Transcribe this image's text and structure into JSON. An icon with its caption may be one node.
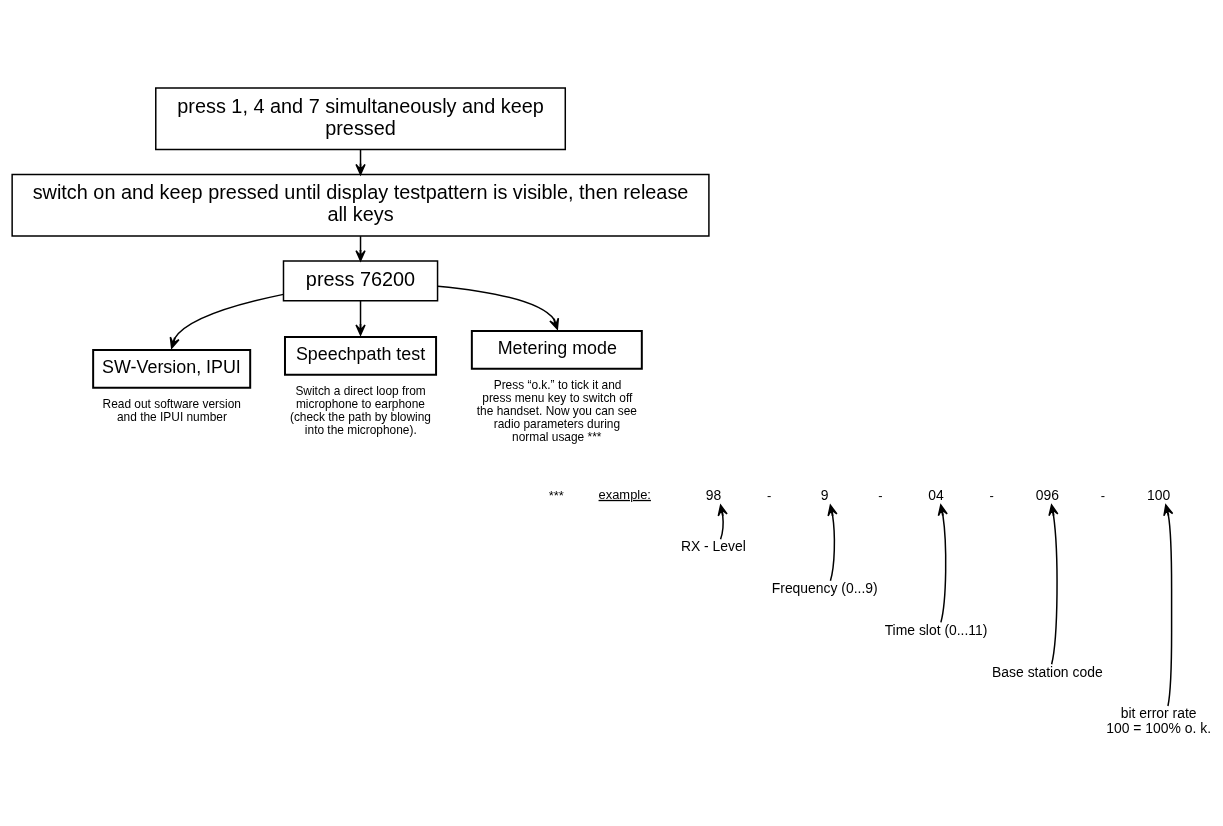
{
  "diagram": {
    "nodes": [
      {
        "text": [
          "press 1, 4 and 7 simultaneously and keep pressed"
        ]
      },
      {
        "text": [
          "switch on and keep pressed until display testpattern is visible, then release all keys"
        ]
      },
      {
        "text": [
          "press 76200"
        ]
      },
      {
        "text": [
          "SW-Version, IPUI"
        ],
        "beside": [
          "Read out software version and the IPUI number"
        ]
      },
      {
        "text": [
          "Speechpath test"
        ],
        "beside": [
          "Switch a direct loop from microphone to earphone (check the path by blowing into the microphone)."
        ]
      },
      {
        "text": [
          "Metering mode"
        ],
        "beside": [
          "Press “o.k.” to tick it and press menu key to switch off the handset. Now you can see radio parameters during normal usage ***"
        ]
      },
      {
        "text": [
          "98"
        ]
      },
      {
        "text": [
          "9"
        ]
      },
      {
        "text": [
          "04"
        ]
      },
      {
        "text": [
          "096"
        ]
      },
      {
        "text": [
          "100"
        ]
      },
      {
        "text": [
          "RX - Level"
        ]
      },
      {
        "text": [
          "Frequency (0...9)"
        ]
      },
      {
        "text": [
          "Time slot (0...11)"
        ]
      },
      {
        "text": [
          "Base station code"
        ]
      },
      {
        "text": [
          "bit error rate",
          "100 = 100% o. k."
        ]
      }
    ],
    "edges": [
      {
        "from": 0,
        "to": 1,
        "arrow": "to"
      },
      {
        "from": 1,
        "to": 2,
        "arrow": "to"
      },
      {
        "from": 2,
        "to": 3,
        "arrow": "to"
      },
      {
        "from": 2,
        "to": 4,
        "arrow": "to"
      },
      {
        "from": 2,
        "to": 5,
        "arrow": "to"
      },
      {
        "from": 11,
        "to": 6,
        "arrow": "to"
      },
      {
        "from": 12,
        "to": 7,
        "arrow": "to"
      },
      {
        "from": 13,
        "to": 8,
        "arrow": "to"
      },
      {
        "from": 14,
        "to": 9,
        "arrow": "to"
      },
      {
        "from": 15,
        "to": 10,
        "arrow": "to"
      }
    ],
    "labels": [
      "***",
      "example:",
      "-",
      "-",
      "-",
      "-"
    ]
  }
}
